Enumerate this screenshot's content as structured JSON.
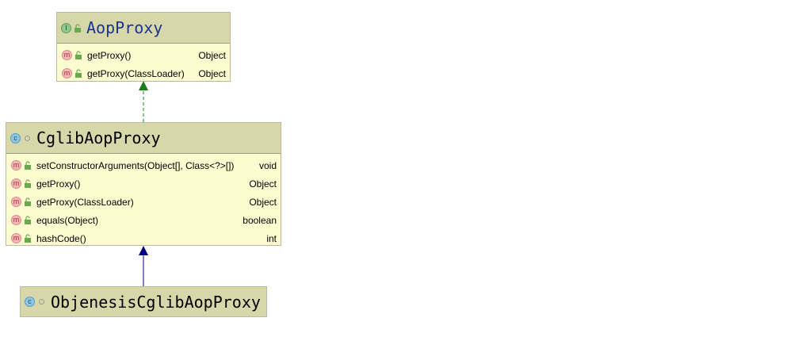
{
  "classes": {
    "aop_proxy": {
      "name": "AopProxy",
      "kind": "interface",
      "methods": [
        {
          "name": "getProxy()",
          "return_type": "Object"
        },
        {
          "name": "getProxy(ClassLoader)",
          "return_type": "Object"
        }
      ]
    },
    "cglib_aop_proxy": {
      "name": "CglibAopProxy",
      "kind": "class",
      "methods": [
        {
          "name": "setConstructorArguments(Object[], Class<?>[])",
          "return_type": "void"
        },
        {
          "name": "getProxy()",
          "return_type": "Object"
        },
        {
          "name": "getProxy(ClassLoader)",
          "return_type": "Object"
        },
        {
          "name": "equals(Object)",
          "return_type": "boolean"
        },
        {
          "name": "hashCode()",
          "return_type": "int"
        }
      ]
    },
    "objenesis_cglib_aop_proxy": {
      "name": "ObjenesisCglibAopProxy",
      "kind": "class",
      "methods": []
    }
  },
  "badges": {
    "interface": "I",
    "class": "c",
    "method": "m"
  },
  "relations": [
    {
      "from": "CglibAopProxy",
      "to": "AopProxy",
      "type": "implements",
      "style": "dashed",
      "color": "#1a7f1a"
    },
    {
      "from": "ObjenesisCglibAopProxy",
      "to": "CglibAopProxy",
      "type": "extends",
      "style": "solid",
      "color": "#00007f"
    }
  ],
  "colors": {
    "header": "#d8d7a9",
    "body": "#fdfcd0",
    "interface_title": "#19358f"
  }
}
